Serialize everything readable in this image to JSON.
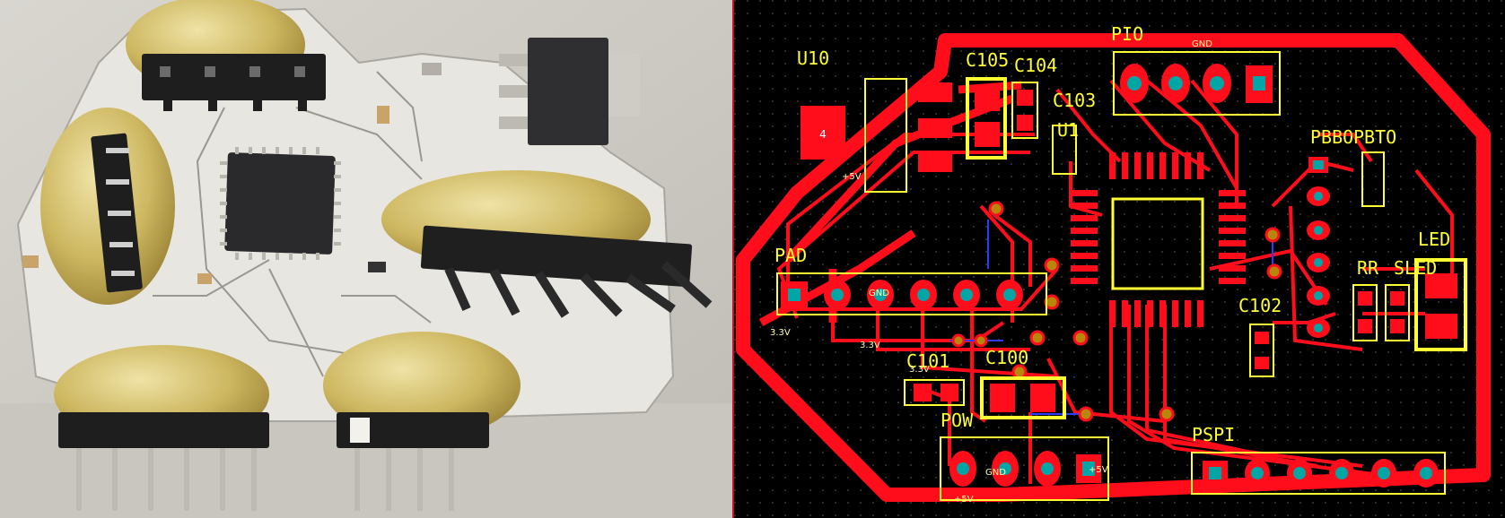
{
  "photo": {
    "alt_subject": "assembled PCB with headers and hot glue"
  },
  "pcb_layout": {
    "refdes": {
      "u10": "U10",
      "c105": "C105",
      "c104": "C104",
      "c103": "C103",
      "u1": "U1",
      "pio": "PIO",
      "pbbo": "PBBO",
      "pbto": "PBTO",
      "pad": "PAD",
      "c102": "C102",
      "led": "LED",
      "rr": "RR",
      "sled": "SLED",
      "c101": "C101",
      "c100": "C100",
      "pow": "POW",
      "pspi": "PSPI"
    },
    "pad4_label": "4",
    "nets": {
      "gnd": "GND",
      "v5": "+5V",
      "v33": "3.3V"
    },
    "colors": {
      "board_bg": "#000000",
      "copper": "#ff0d1a",
      "silkscreen": "#ffff33",
      "via": "#b8860b",
      "pad_hole": "#00a6a6"
    }
  }
}
